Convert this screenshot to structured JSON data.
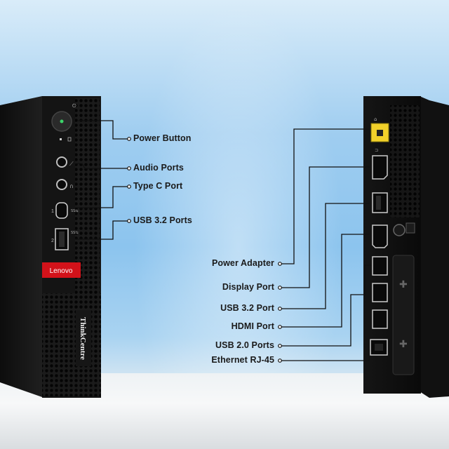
{
  "front": {
    "brand_badge": "Lenovo",
    "model_text": "ThinkCentre",
    "port_numbers": [
      "1",
      "2"
    ],
    "labels": [
      "Power Button",
      "Audio Ports",
      "Type C Port",
      "USB 3.2 Ports"
    ]
  },
  "rear": {
    "labels": [
      "Power Adapter",
      "Display Port",
      "USB 3.2 Port",
      "HDMI Port",
      "USB 2.0 Ports",
      "Ethernet RJ-45"
    ]
  },
  "colors": {
    "callout_line": "#111111",
    "brand_red": "#d3121a",
    "power_led": "#3cd46a",
    "adapter_port": "#f2d12a"
  }
}
